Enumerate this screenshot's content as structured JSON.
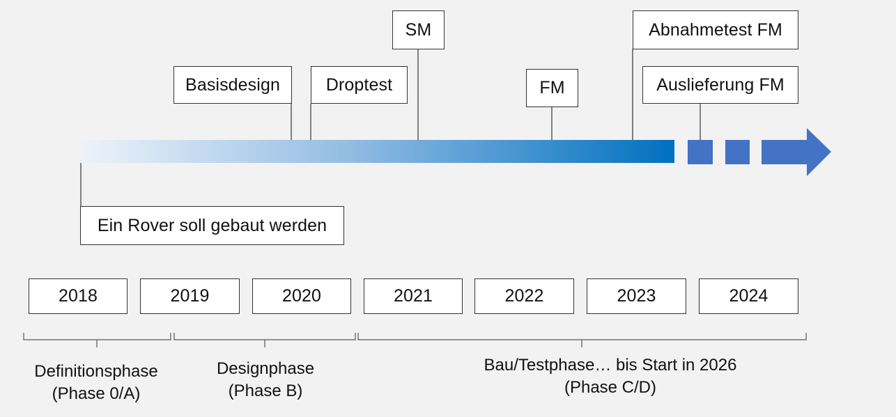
{
  "timeline": {
    "start_label": "Ein Rover soll gebaut werden",
    "milestones": [
      {
        "id": "basisdesign",
        "label": "Basisdesign"
      },
      {
        "id": "droptest",
        "label": "Droptest"
      },
      {
        "id": "sm",
        "label": "SM"
      },
      {
        "id": "fm",
        "label": "FM"
      },
      {
        "id": "abnahmetest-fm",
        "label": "Abnahmetest FM"
      },
      {
        "id": "auslieferung-fm",
        "label": "Auslieferung FM"
      }
    ],
    "colors": {
      "gradient_start": "#eef3fa",
      "gradient_end": "#0070c0",
      "continuation": "#4472c4",
      "line": "#333333"
    }
  },
  "years": [
    "2018",
    "2019",
    "2020",
    "2021",
    "2022",
    "2023",
    "2024"
  ],
  "phases": [
    {
      "line1": "Definitionsphase",
      "line2": "(Phase 0/A)"
    },
    {
      "line1": "Designphase",
      "line2": "(Phase B)"
    },
    {
      "line1": "Bau/Testphase… bis Start in 2026",
      "line2": "(Phase C/D)"
    }
  ]
}
